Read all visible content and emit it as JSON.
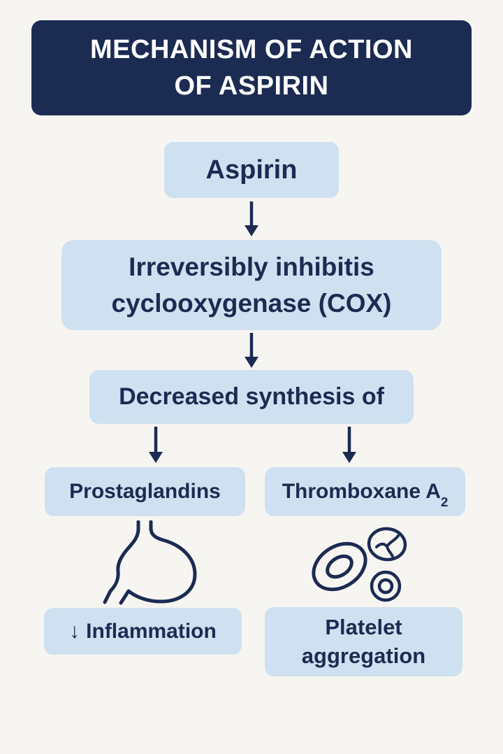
{
  "theme": {
    "bg": "#f7f5f1",
    "navy": "#1b2b52",
    "box-blue": "#cfe1f0",
    "white": "#ffffff"
  },
  "header": {
    "line1": "MECHANISM OF ACTION",
    "line2": "OF ASPIRIN"
  },
  "flow": {
    "aspirin": "Aspirin",
    "inhibits_line1": "Irreversibly inhibitis",
    "inhibits_line2": "cyclooxygenase (COX)",
    "decreased": "Decreased synthesis of",
    "prostaglandins": "Prostaglandins",
    "thromboxane_base": "Thromboxane A",
    "thromboxane_sub": "2",
    "inflammation_glyph": "↓",
    "inflammation_label": "Inflammation",
    "platelet_line1": "Platelet",
    "platelet_line2": "aggregation"
  },
  "icons": {
    "left": "stomach-icon",
    "right": "platelets-and-red-blood-cells-icon"
  }
}
